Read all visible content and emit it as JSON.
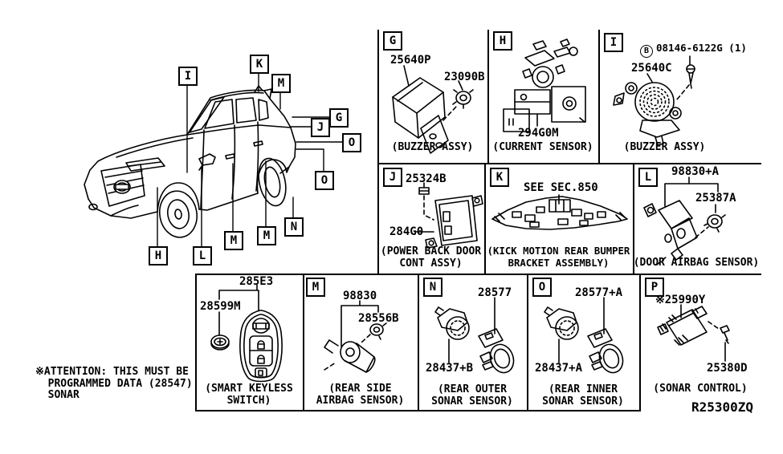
{
  "diagram_code": "R25300ZQ",
  "attention": {
    "line1": "※ATTENTION: THIS MUST BE",
    "line2": "  PROGRAMMED DATA (28547)",
    "line3": "  SONAR"
  },
  "car": {
    "callouts": [
      {
        "letter": "I"
      },
      {
        "letter": "K"
      },
      {
        "letter": "M"
      },
      {
        "letter": "G"
      },
      {
        "letter": "J"
      },
      {
        "letter": "O"
      },
      {
        "letter": "O"
      },
      {
        "letter": "N"
      },
      {
        "letter": "M"
      },
      {
        "letter": "M"
      },
      {
        "letter": "L"
      },
      {
        "letter": "H"
      }
    ]
  },
  "cells": {
    "g": {
      "letter": "G",
      "caption": "(BUZZER ASSY)",
      "labels": {
        "main": "25640P",
        "grommet": "23090B"
      }
    },
    "h": {
      "letter": "H",
      "caption": "(CURRENT SENSOR)",
      "labels": {
        "main": "294G0M"
      }
    },
    "i": {
      "letter": "I",
      "caption": "(BUZZER ASSY)",
      "labels": {
        "bolt_prefix": "B",
        "bolt_code": "08146-6122G (1)",
        "main": "25640C"
      }
    },
    "j": {
      "letter": "J",
      "caption_line1": "(POWER BACK DOOR",
      "caption_line2": "CONT ASSY)",
      "labels": {
        "nut": "25324B",
        "main": "284G0"
      }
    },
    "k": {
      "letter": "K",
      "caption_line1": "(KICK MOTION REAR BUMPER",
      "caption_line2": "BRACKET ASSEMBLY)",
      "labels": {
        "ref": "SEE SEC.850"
      }
    },
    "l": {
      "letter": "L",
      "caption": "(DOOR AIRBAG SENSOR)",
      "labels": {
        "main": "98830+A",
        "grommet": "25387A"
      }
    },
    "keyless": {
      "caption_line1": "(SMART KEYLESS",
      "caption_line2": "SWITCH)",
      "labels": {
        "assembly": "285E3",
        "battery": "28599M"
      }
    },
    "m": {
      "letter": "M",
      "caption_line1": "(REAR SIDE",
      "caption_line2": "AIRBAG SENSOR)",
      "labels": {
        "main": "98830",
        "grommet": "28556B"
      }
    },
    "n": {
      "letter": "N",
      "caption_line1": "(REAR OUTER",
      "caption_line2": "SONAR SENSOR)",
      "labels": {
        "retainer": "28577",
        "sensor": "28437+B"
      }
    },
    "o": {
      "letter": "O",
      "caption_line1": "(REAR INNER",
      "caption_line2": "SONAR SENSOR)",
      "labels": {
        "retainer": "28577+A",
        "sensor": "28437+A"
      }
    },
    "p": {
      "letter": "P",
      "caption": "(SONAR CONTROL)",
      "labels": {
        "main": "※25990Y",
        "screw": "25380D"
      }
    }
  }
}
